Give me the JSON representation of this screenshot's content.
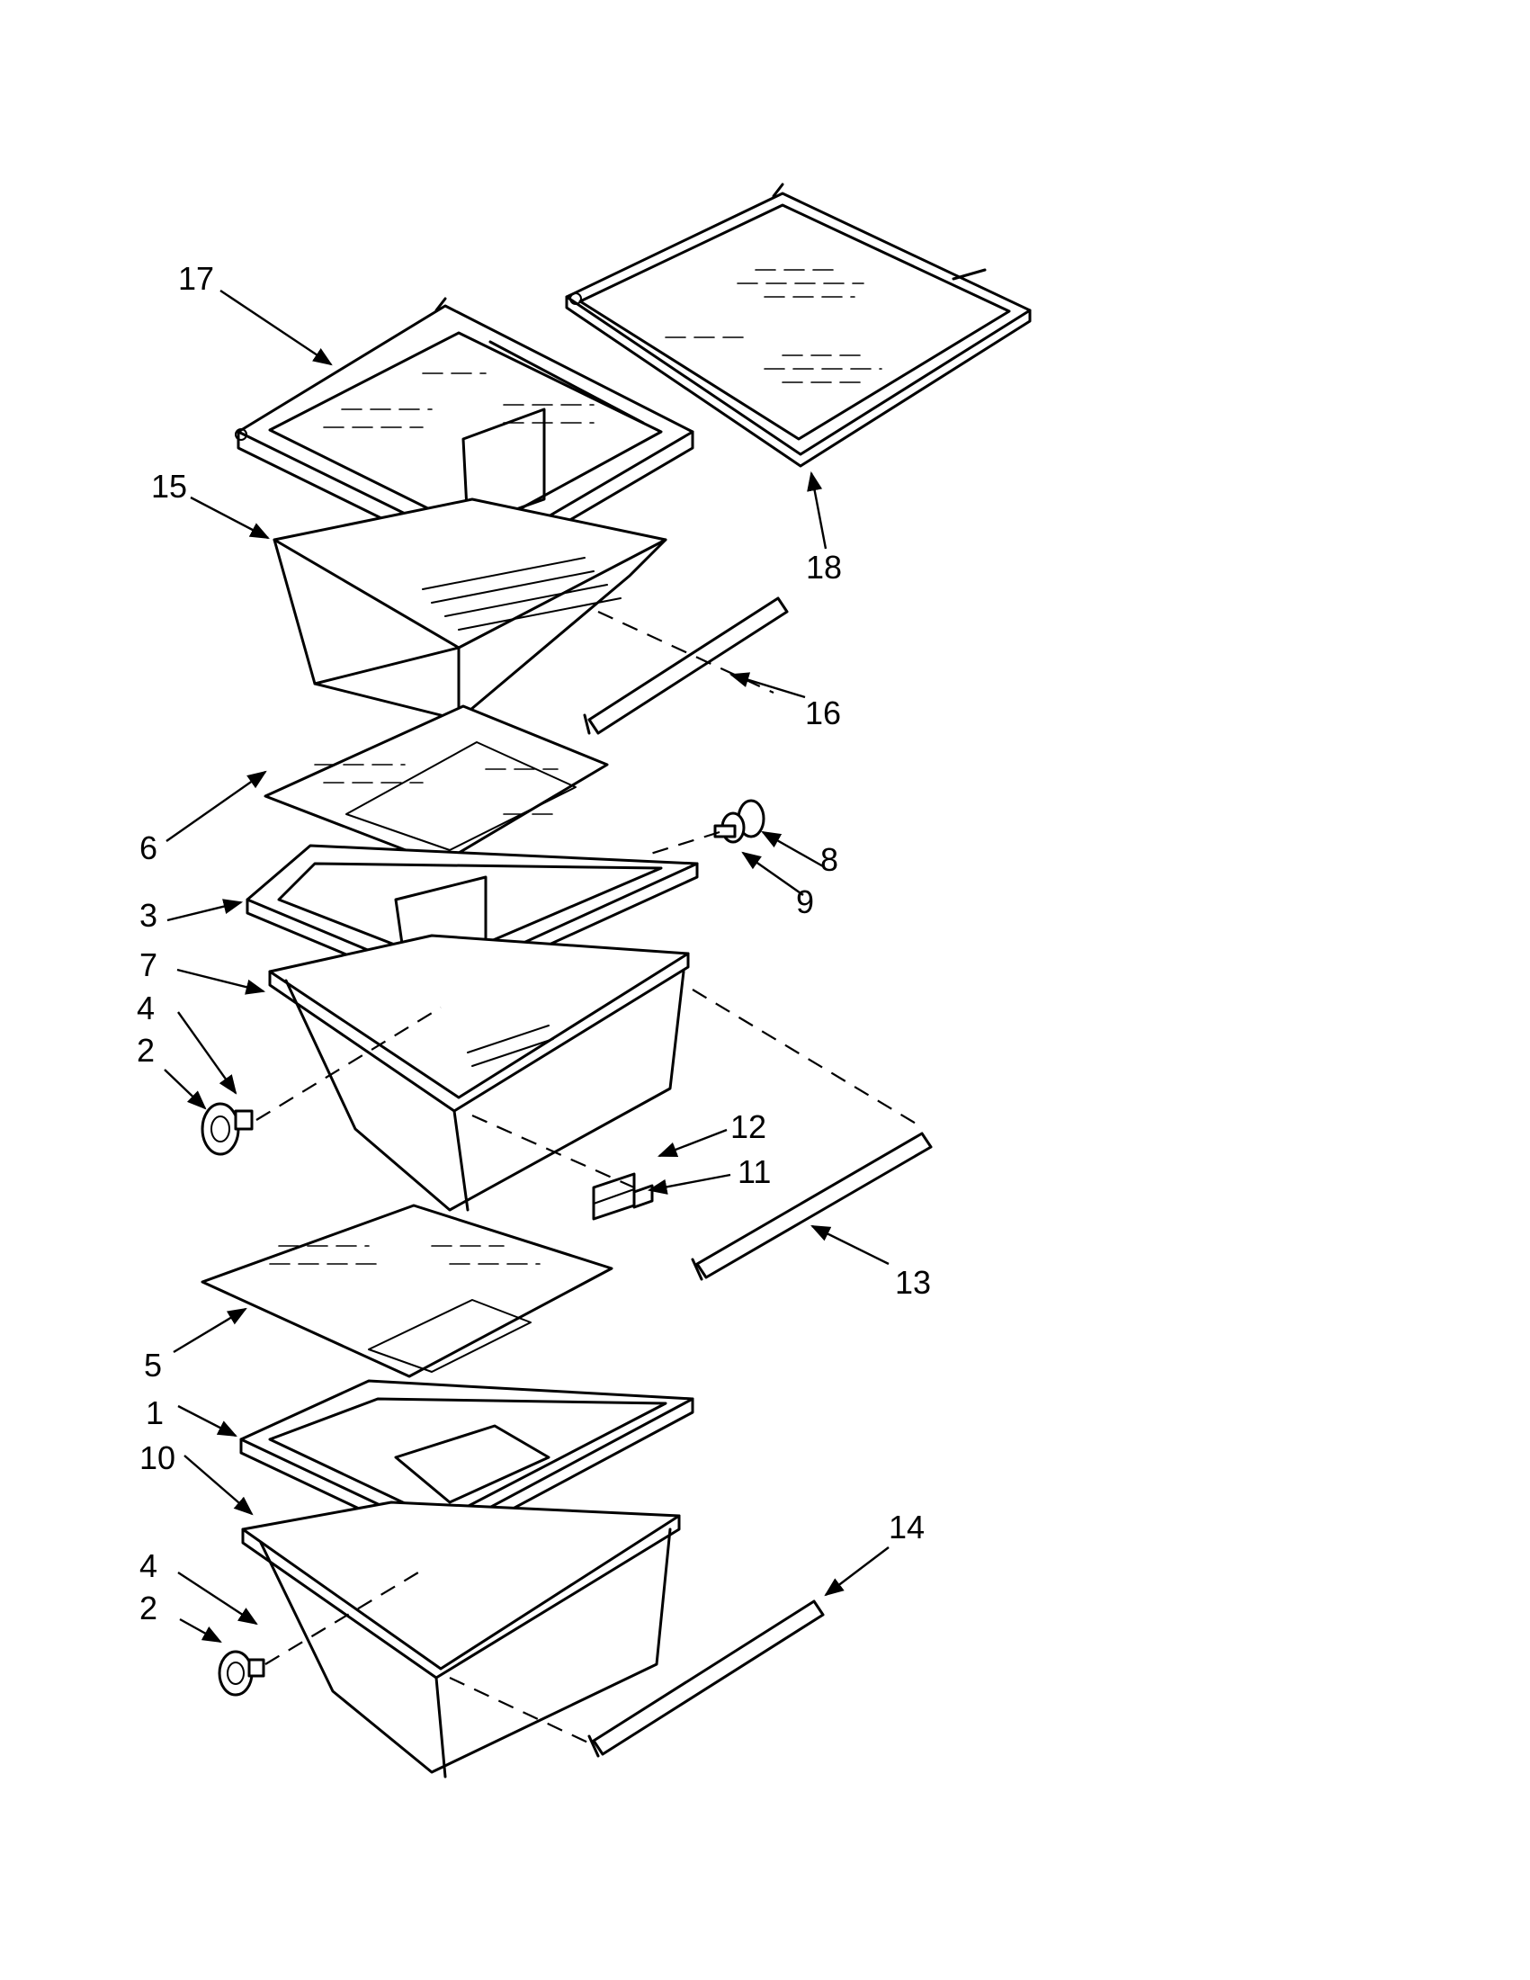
{
  "callouts": [
    {
      "id": "c17",
      "text": "17"
    },
    {
      "id": "c15",
      "text": "15"
    },
    {
      "id": "c18",
      "text": "18"
    },
    {
      "id": "c16",
      "text": "16"
    },
    {
      "id": "c6",
      "text": "6"
    },
    {
      "id": "c8",
      "text": "8"
    },
    {
      "id": "c3",
      "text": "3"
    },
    {
      "id": "c9",
      "text": "9"
    },
    {
      "id": "c7",
      "text": "7"
    },
    {
      "id": "c4a",
      "text": "4"
    },
    {
      "id": "c2a",
      "text": "2"
    },
    {
      "id": "c12",
      "text": "12"
    },
    {
      "id": "c11",
      "text": "11"
    },
    {
      "id": "c13",
      "text": "13"
    },
    {
      "id": "c5",
      "text": "5"
    },
    {
      "id": "c1",
      "text": "1"
    },
    {
      "id": "c10",
      "text": "10"
    },
    {
      "id": "c14",
      "text": "14"
    },
    {
      "id": "c4b",
      "text": "4"
    },
    {
      "id": "c2b",
      "text": "2"
    }
  ]
}
